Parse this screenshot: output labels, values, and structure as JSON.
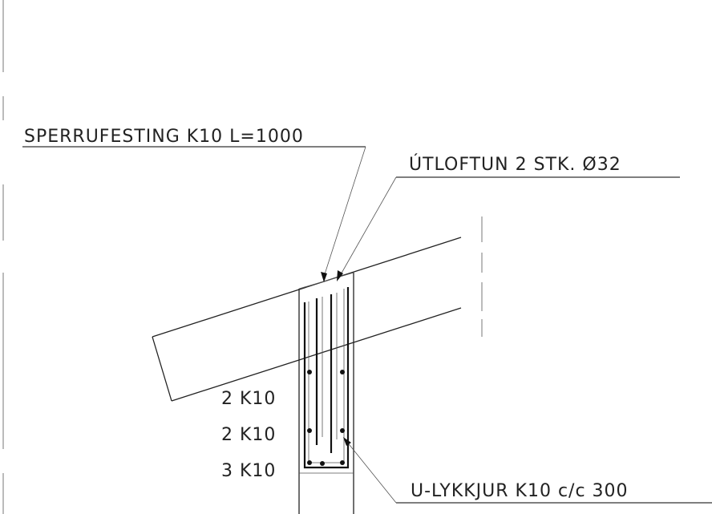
{
  "labels": {
    "sperrufesting": "SPERRUFESTING K10 L=1000",
    "utloftun": "ÚTLOFTUN 2 STK. Ø32",
    "bars_1": "2 K10",
    "bars_2": "2 K10",
    "bars_3": "3 K10",
    "u_lykkjur": "U-LYKKJUR K10 c/c 300"
  }
}
